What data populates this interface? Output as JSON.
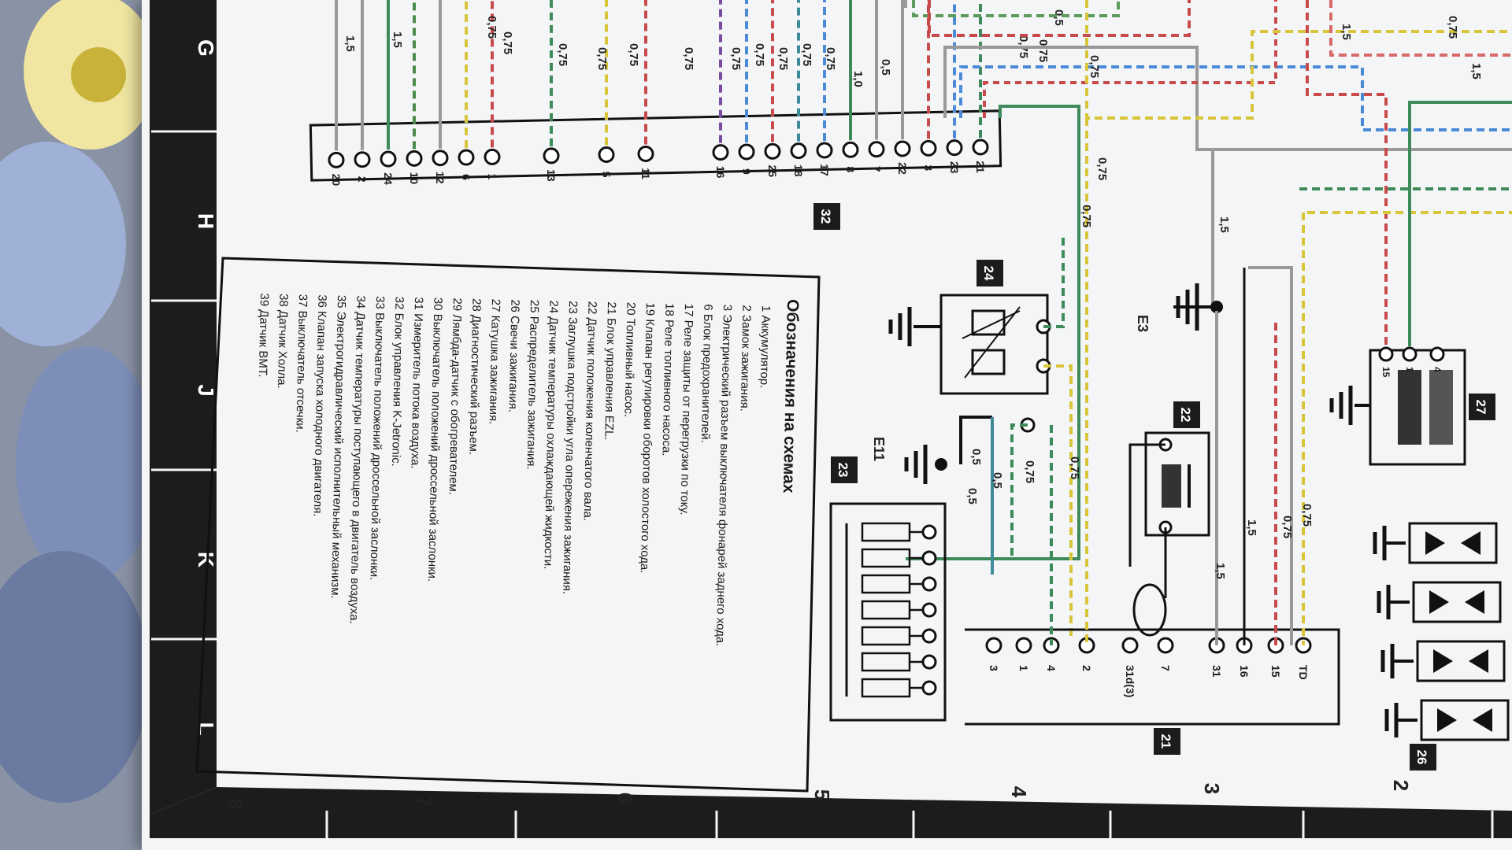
{
  "legend": {
    "title": "Обозначения на схемах",
    "items": [
      "1 Аккумулятор.",
      "2 Замок зажигания.",
      "3 Электрический разъем выключателя фонарей заднего хода.",
      "6 Блок предохранителей.",
      "17 Реле защиты от перегрузки по току.",
      "18 Реле топливного насоса.",
      "19 Клапан регулировки оборотов холостого хода.",
      "20 Топливный насос.",
      "21 Блок управления EZL.",
      "22 Датчик положения коленчатого вала.",
      "23 Заглушка подстройки угла опережения зажигания.",
      "24 Датчик температуры охлаждающей жидкости.",
      "25 Распределитель зажигания.",
      "26 Свечи зажигания.",
      "27 Катушка зажигания.",
      "28 Диагностический разъем.",
      "29 Лямбда-датчик с обогревателем.",
      "30 Выключатель положений дроссельной заслонки.",
      "31 Измеритель потока воздуха.",
      "32 Блок управления K-Jetronic.",
      "33 Выключатель положений дроссельной заслонки.",
      "34 Датчик температуры поступающего в двигатель воздуха.",
      "35 Электрогидравлический исполнительный механизм.",
      "36 Клапан запуска холодного двигателя.",
      "37 Выключатель отсечки.",
      "38 Датчик Холла.",
      "39 Датчик ВМТ."
    ]
  },
  "components": {
    "c32": "32",
    "c24": "24",
    "c23": "23",
    "c22": "22",
    "c21": "21",
    "c27": "27",
    "c26": "26",
    "ground_e3": "E3",
    "ground_e11": "E11"
  },
  "connector32_pins": [
    "21",
    "23",
    "3",
    "22",
    "7",
    "8",
    "17",
    "18",
    "25",
    "9",
    "16",
    "11",
    "5",
    "13",
    "1",
    "6",
    "12",
    "10",
    "24",
    "2",
    "20"
  ],
  "wire_gauges_left": [
    "0,5",
    "0,75",
    "0,75",
    "0,5",
    "1,0",
    "0,75",
    "0,75",
    "0,75",
    "0,75",
    "0,75",
    "0,75",
    "0,75",
    "0,75",
    "0,75",
    "0,75",
    "1,5",
    "0,75",
    "1,5"
  ],
  "wire_gauges_center": [
    "0,75",
    "0,75",
    "0,75",
    "0,75",
    "0,5",
    "0,5",
    "0,75",
    "0,5",
    "1,5",
    "1,5",
    "0,75",
    "0,75",
    "1,5",
    "1,5",
    "1,5",
    "0,75"
  ],
  "block21_pins": [
    "TD",
    "15",
    "16",
    "31",
    "7",
    "31d(3)",
    "2",
    "4",
    "1",
    "3"
  ],
  "coil_pins": [
    "15",
    "1",
    "4"
  ],
  "ruler": {
    "letters": [
      "G",
      "H",
      "J",
      "K",
      "L"
    ],
    "numbers": [
      "8",
      "7",
      "6",
      "5",
      "4",
      "3",
      "2"
    ]
  }
}
